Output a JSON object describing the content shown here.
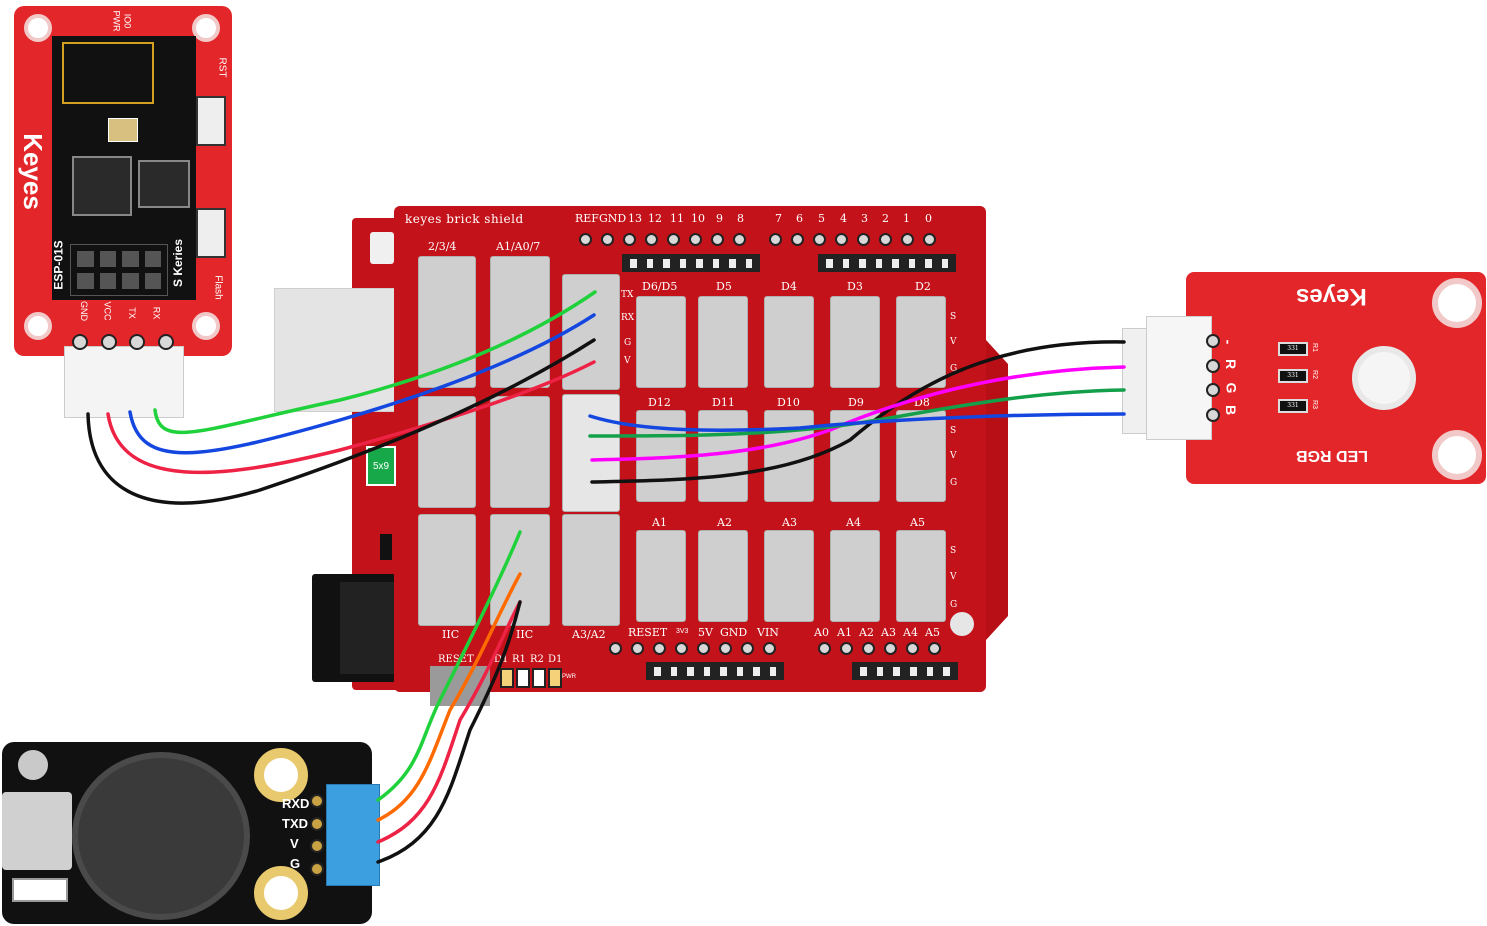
{
  "esp_module": {
    "brand": "Keyes",
    "model": "ESP-01S",
    "series": "S Keries",
    "buttons": [
      "RST",
      "Flash"
    ],
    "top_labels": [
      "IO0",
      "PWR"
    ],
    "pins": [
      "GND",
      "VCC",
      "TX",
      "RX"
    ]
  },
  "shield": {
    "title": "keyes brick shield",
    "top_header_left": [
      "REF",
      "GND",
      "13",
      "12",
      "11",
      "10",
      "9",
      "8"
    ],
    "top_header_right": [
      "7",
      "6",
      "5",
      "4",
      "3",
      "2",
      "1",
      "0"
    ],
    "col_headers": [
      "2/3/4",
      "A1/A0/7"
    ],
    "row1_ports": [
      "D6/D5",
      "D5",
      "D4",
      "D3",
      "D2"
    ],
    "row2_ports": [
      "D12",
      "D11",
      "D10",
      "D9",
      "D8"
    ],
    "row3_ports": [
      "A1",
      "A2",
      "A3",
      "A4",
      "A5"
    ],
    "bottom_labels": [
      "IIC",
      "IIC",
      "A3/A2"
    ],
    "power_header": [
      "RESET",
      "3V3",
      "5V",
      "GND",
      "VIN"
    ],
    "analog_header": [
      "A0",
      "A1",
      "A2",
      "A3",
      "A4",
      "A5"
    ],
    "leds": [
      "RESET",
      "D1",
      "R1",
      "R2",
      "D1",
      "PWR"
    ],
    "uart_pins": [
      "TX",
      "RX",
      "G",
      "V"
    ],
    "svg_label": [
      "S",
      "V",
      "G"
    ],
    "chip": "5x9"
  },
  "rgb_module": {
    "brand": "Keyes",
    "name": "LED RGB",
    "pins": [
      "-",
      "R",
      "G",
      "B"
    ],
    "resistors": [
      "R1",
      "R2",
      "R3"
    ],
    "resistor_value": "331"
  },
  "mp3_module": {
    "pins": [
      "RXD",
      "TXD",
      "V",
      "G"
    ]
  },
  "colors": {
    "board_red": "#e3262a",
    "shield_red": "#c4121a",
    "wire_green": "#1fd13a",
    "wire_blue": "#1446e0",
    "wire_black": "#111111",
    "wire_red": "#ee2244",
    "wire_magenta": "#ff00ff",
    "wire_dkgreen": "#14a04a",
    "wire_orange": "#ff6a00"
  }
}
